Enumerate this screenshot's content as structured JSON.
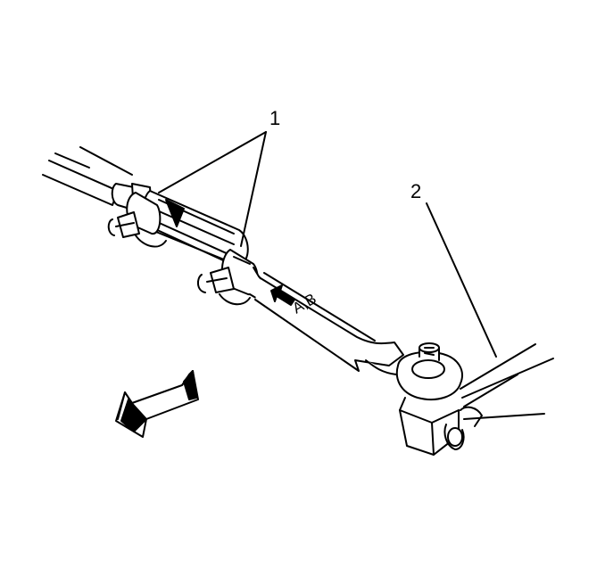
{
  "diagram": {
    "callouts": {
      "adjuster_sleeves": "1",
      "tie_rod_end": "2"
    },
    "arrow_label": "A,B",
    "colors": {
      "stroke": "#000000",
      "fill": "#ffffff",
      "shade": "#000000"
    }
  }
}
